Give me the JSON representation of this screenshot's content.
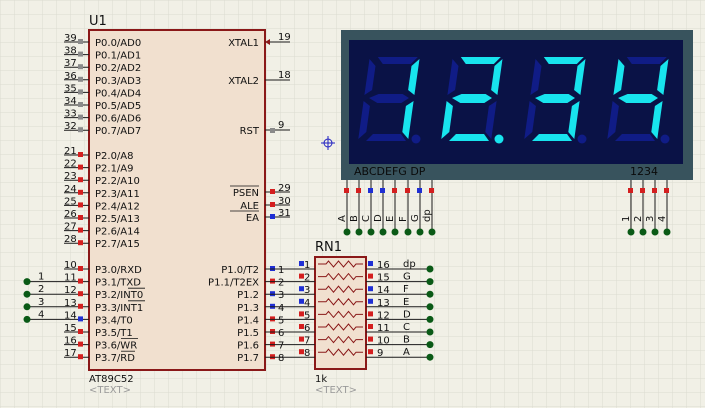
{
  "colors": {
    "background": "#f1f0e6",
    "grid": "#dcdbd0",
    "chip_fill": "#f1e0cf",
    "chip_border": "#8a1818",
    "wire": "#1a1a1a",
    "pin_red": "#d41f1f",
    "pin_blue": "#1f2fd4",
    "pin_grey": "#8a8a8a",
    "junction": "#0a5a16",
    "display_frame": "#38535d",
    "display_face": "#0a1246",
    "segment_on": "#18e4ee",
    "segment_off": "#101c86",
    "crosshair": "#2020c0",
    "placeholder_text": "#9a9a9a"
  },
  "mcu": {
    "ref": "U1",
    "part": "AT89C52",
    "text_placeholder": "<TEXT>",
    "left_pins": [
      {
        "num": "39",
        "name": "P0.0/AD0",
        "state": "grey"
      },
      {
        "num": "38",
        "name": "P0.1/AD1",
        "state": "grey"
      },
      {
        "num": "37",
        "name": "P0.2/AD2",
        "state": "grey"
      },
      {
        "num": "36",
        "name": "P0.3/AD3",
        "state": "grey"
      },
      {
        "num": "35",
        "name": "P0.4/AD4",
        "state": "grey"
      },
      {
        "num": "34",
        "name": "P0.5/AD5",
        "state": "grey"
      },
      {
        "num": "33",
        "name": "P0.6/AD6",
        "state": "grey"
      },
      {
        "num": "32",
        "name": "P0.7/AD7",
        "state": "grey"
      },
      {
        "num": "21",
        "name": "P2.0/A8",
        "state": "red"
      },
      {
        "num": "22",
        "name": "P2.1/A9",
        "state": "red"
      },
      {
        "num": "23",
        "name": "P2.2/A10",
        "state": "red"
      },
      {
        "num": "24",
        "name": "P2.3/A11",
        "state": "red"
      },
      {
        "num": "25",
        "name": "P2.4/A12",
        "state": "red"
      },
      {
        "num": "26",
        "name": "P2.5/A13",
        "state": "red"
      },
      {
        "num": "27",
        "name": "P2.6/A14",
        "state": "red"
      },
      {
        "num": "28",
        "name": "P2.7/A15",
        "state": "red"
      },
      {
        "num": "10",
        "name": "P3.0/RXD",
        "state": "red"
      },
      {
        "num": "11",
        "name": "P3.1/TXD",
        "state": "red"
      },
      {
        "num": "12",
        "name": "P3.2/INT0",
        "state": "red"
      },
      {
        "num": "13",
        "name": "P3.3/INT1",
        "state": "red"
      },
      {
        "num": "14",
        "name": "P3.4/T0",
        "state": "blue"
      },
      {
        "num": "15",
        "name": "P3.5/T1",
        "state": "red"
      },
      {
        "num": "16",
        "name": "P3.6/WR",
        "state": "red"
      },
      {
        "num": "17",
        "name": "P3.7/RD",
        "state": "red"
      }
    ],
    "right_top_pins": [
      {
        "num": "19",
        "name": "XTAL1"
      },
      {
        "num": "18",
        "name": "XTAL2"
      },
      {
        "num": "9",
        "name": "RST"
      }
    ],
    "right_mid_pins": [
      {
        "num": "29",
        "name": "PSEN",
        "state": "red"
      },
      {
        "num": "30",
        "name": "ALE",
        "state": "red"
      },
      {
        "num": "31",
        "name": "EA",
        "state": "blue"
      }
    ],
    "right_port1_pins": [
      {
        "num": "1",
        "name": "P1.0/T2"
      },
      {
        "num": "2",
        "name": "P1.1/T2EX"
      },
      {
        "num": "3",
        "name": "P1.2"
      },
      {
        "num": "4",
        "name": "P1.3"
      },
      {
        "num": "5",
        "name": "P1.4"
      },
      {
        "num": "6",
        "name": "P1.5"
      },
      {
        "num": "7",
        "name": "P1.6"
      },
      {
        "num": "8",
        "name": "P1.7"
      }
    ],
    "port1_states": [
      "blue",
      "red",
      "blue",
      "blue",
      "red",
      "red",
      "red",
      "red"
    ]
  },
  "digit_wires": [
    "1",
    "2",
    "3",
    "4"
  ],
  "resistor_network": {
    "ref": "RN1",
    "value": "1k",
    "text_placeholder": "<TEXT>",
    "left_pins": [
      "1",
      "2",
      "3",
      "4",
      "5",
      "6",
      "7",
      "8"
    ],
    "right_pins": [
      "16",
      "15",
      "14",
      "13",
      "12",
      "11",
      "10",
      "9"
    ],
    "right_states": [
      "blue",
      "red",
      "blue",
      "blue",
      "red",
      "red",
      "red",
      "red"
    ],
    "segment_labels": [
      "dp",
      "G",
      "F",
      "E",
      "D",
      "C",
      "B",
      "A"
    ]
  },
  "display": {
    "text": "12.34",
    "digits": [
      1,
      2,
      3,
      4
    ],
    "decimal_after_digit": 2,
    "segment_header": "ABCDEFG  DP",
    "digit_header": "1234",
    "segment_pins": [
      "A",
      "B",
      "C",
      "D",
      "E",
      "F",
      "G",
      "dp"
    ],
    "segment_pin_states": [
      "red",
      "red",
      "blue",
      "blue",
      "red",
      "red",
      "blue",
      "red"
    ],
    "digit_pins": [
      "1",
      "2",
      "3",
      "4"
    ],
    "digit_pin_states": [
      "red",
      "red",
      "red",
      "red"
    ]
  }
}
